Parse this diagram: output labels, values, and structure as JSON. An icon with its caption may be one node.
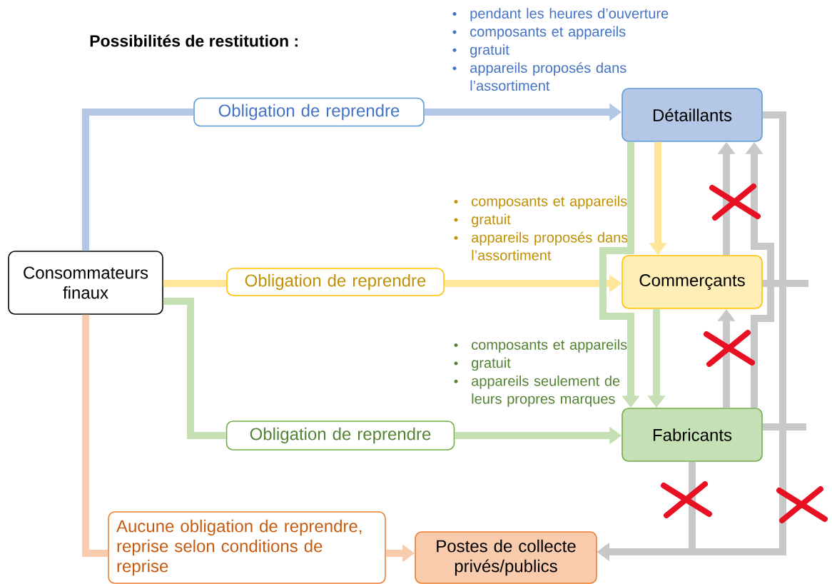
{
  "diagram": {
    "title": "Possibilités de restitution :",
    "nodes": [
      {
        "text": [
          "Consommateurs finaux"
        ]
      },
      {
        "text": [
          "Obligation de reprendre"
        ]
      },
      {
        "text": [
          "Détaillants"
        ],
        "beside": [
          "pendant les heures d’ouverture",
          "composants et appareils",
          "gratuit",
          "appareils proposés dans l’assortiment"
        ]
      },
      {
        "text": [
          "Obligation de reprendre"
        ]
      },
      {
        "text": [
          "Commerçants"
        ],
        "beside": [
          "composants et appareils",
          "gratuit",
          "appareils proposés dans l’assortiment"
        ]
      },
      {
        "text": [
          "Obligation de reprendre"
        ]
      },
      {
        "text": [
          "Fabricants"
        ],
        "beside": [
          "composants et appareils",
          "gratuit",
          "appareils seulement de leurs propres marques"
        ]
      },
      {
        "text": [
          "Aucune obligation de reprendre, reprise selon conditions de reprise"
        ]
      },
      {
        "text": [
          "Postes de collecte privés/publics"
        ]
      }
    ],
    "edges": [
      {
        "from": 0,
        "to": 1,
        "arrow": "none",
        "color": "#b4c7e7"
      },
      {
        "from": 1,
        "to": 2,
        "arrow": "to",
        "color": "#b4c7e7"
      },
      {
        "from": 0,
        "to": 3,
        "arrow": "none",
        "color": "#ffe699"
      },
      {
        "from": 3,
        "to": 4,
        "arrow": "to",
        "color": "#ffe699"
      },
      {
        "from": 0,
        "to": 5,
        "arrow": "none",
        "color": "#c5e0b4"
      },
      {
        "from": 5,
        "to": 6,
        "arrow": "to",
        "color": "#c5e0b4"
      },
      {
        "from": 0,
        "to": 7,
        "arrow": "none",
        "color": "#f8cbad"
      },
      {
        "from": 7,
        "to": 8,
        "arrow": "to",
        "color": "#f8cbad"
      },
      {
        "from": 2,
        "to": 4,
        "arrow": "to",
        "color": "#ffe699"
      },
      {
        "from": 2,
        "to": 6,
        "arrow": "to",
        "color": "#c5e0b4"
      },
      {
        "from": 4,
        "to": 6,
        "arrow": "to",
        "color": "#c5e0b4"
      },
      {
        "from": 4,
        "to": 2,
        "arrow": "to",
        "color": "#c8c8c8"
      },
      {
        "from": 6,
        "to": 2,
        "arrow": "to",
        "color": "#c8c8c8"
      },
      {
        "from": 6,
        "to": 4,
        "arrow": "to",
        "color": "#c8c8c8"
      },
      {
        "from": 2,
        "to": 8,
        "arrow": "to",
        "color": "#c8c8c8"
      },
      {
        "from": 4,
        "to": 8,
        "arrow": "to",
        "color": "#c8c8c8"
      },
      {
        "from": 6,
        "to": 8,
        "arrow": "to",
        "color": "#c8c8c8"
      },
      {
        "from": 6,
        "to": 8,
        "arrow": "to",
        "color": "#c8c8c8"
      }
    ]
  }
}
